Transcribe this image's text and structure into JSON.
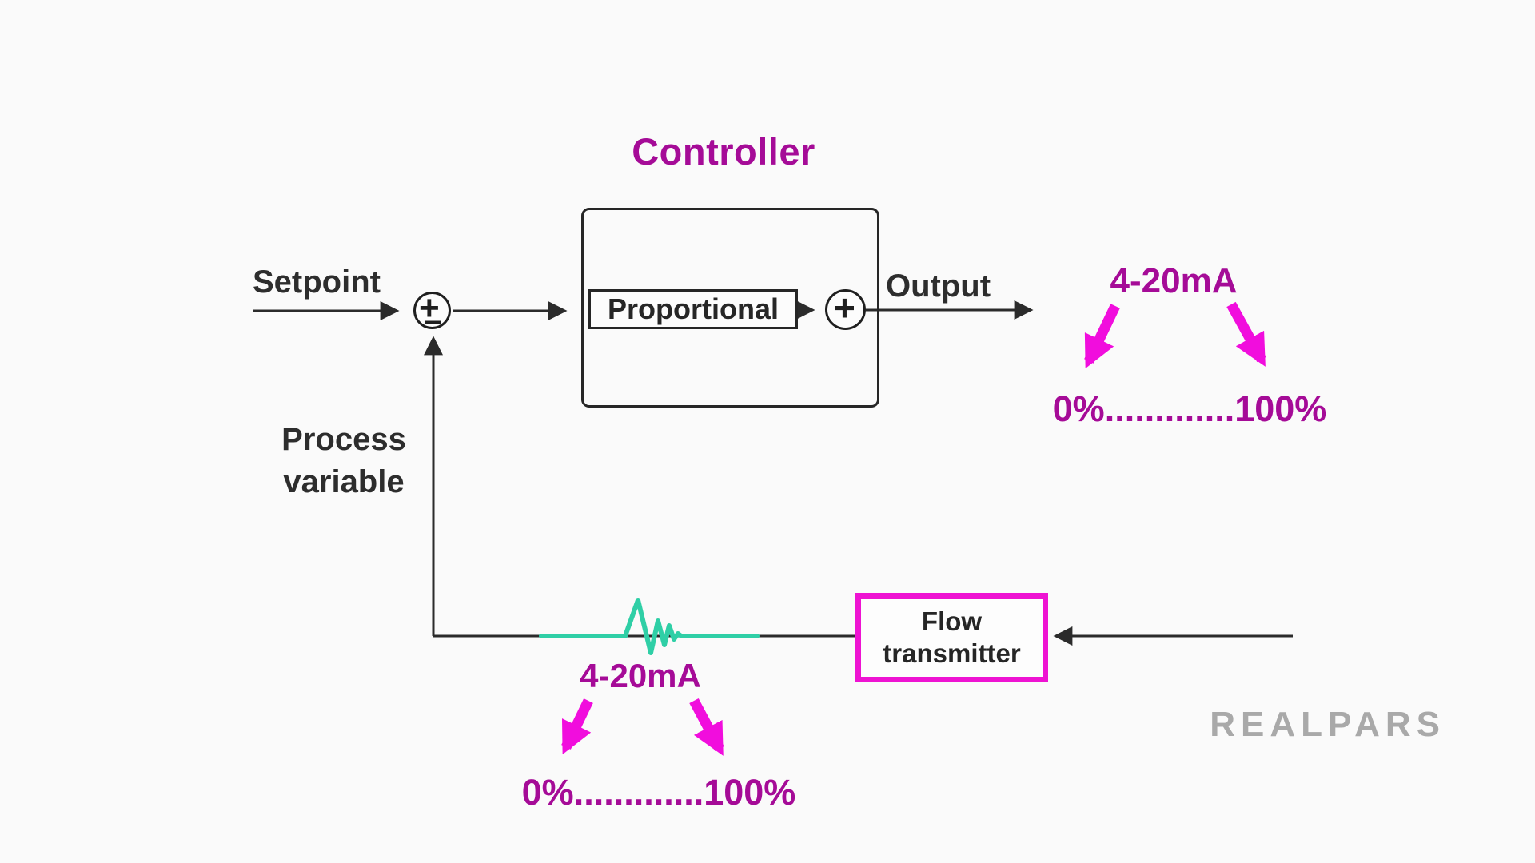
{
  "title": "Controller",
  "labels": {
    "setpoint": "Setpoint",
    "output": "Output",
    "process_line1": "Process",
    "process_line2": "variable"
  },
  "blocks": {
    "proportional": "Proportional",
    "flow_line1": "Flow",
    "flow_line2": "transmitter"
  },
  "summing": {
    "plus": "+",
    "minus": "−",
    "inner_plus": "+"
  },
  "annotations": {
    "output_signal": {
      "range": "4-20mA",
      "scale": "0%.............100%"
    },
    "feedback_signal": {
      "range": "4-20mA",
      "scale": "0%.............100%"
    }
  },
  "watermark": "REALPARS",
  "colors": {
    "background": "#fafafa",
    "line_black": "#2b2b2b",
    "magenta_text": "#a50b97",
    "magenta_bright": "#f10ddd",
    "flow_box_border": "#ee13d2",
    "teal_signal": "#2fcfa6",
    "watermark_gray": "#a9a9a9"
  }
}
